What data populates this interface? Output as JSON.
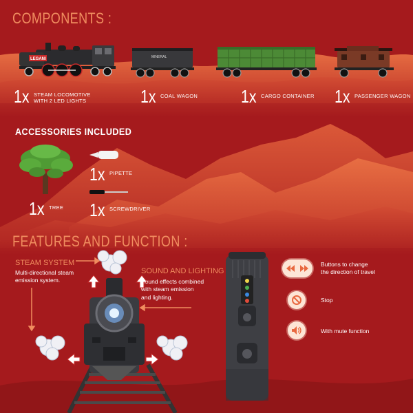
{
  "sections": {
    "components": "COMPONENTS :",
    "accessories": "ACCESSORIES INCLUDED",
    "features": "FEATURES AND FUNCTION :"
  },
  "components": [
    {
      "qty": "1x",
      "label_line1": "STEAM LOCOMOTIVE",
      "label_line2": "WITH 2 LED LIGHTS",
      "badge": "LEGANI"
    },
    {
      "qty": "1x",
      "label_line1": "COAL WAGON",
      "label_line2": "",
      "badge": "MINERAL"
    },
    {
      "qty": "1x",
      "label_line1": "CARGO CONTAINER",
      "label_line2": ""
    },
    {
      "qty": "1x",
      "label_line1": "PASSENGER WAGON",
      "label_line2": ""
    }
  ],
  "accessories": [
    {
      "qty": "1x",
      "label": "TREE"
    },
    {
      "qty": "1x",
      "label": "PIPETTE"
    },
    {
      "qty": "1x",
      "label": "SCREWDRIVER"
    }
  ],
  "features": {
    "steam": {
      "title": "STEAM SYSTEM",
      "desc_line1": "Multi-directional steam",
      "desc_line2": "emission system."
    },
    "sound": {
      "title": "SOUND AND LIGHTING",
      "desc_line1": "Sound effects combined",
      "desc_line2": "with steam emission",
      "desc_line3": "and lighting."
    }
  },
  "remote_functions": [
    {
      "icon": "direction-arrows-icon",
      "line1": "Buttons to change",
      "line2": "the direction of travel"
    },
    {
      "icon": "stop-icon",
      "line1": "Stop",
      "line2": ""
    },
    {
      "icon": "mute-icon",
      "line1": "With mute function",
      "line2": ""
    }
  ],
  "colors": {
    "background": "#a51a1d",
    "accent": "#f08d5f",
    "mountain": "#e8683f"
  }
}
